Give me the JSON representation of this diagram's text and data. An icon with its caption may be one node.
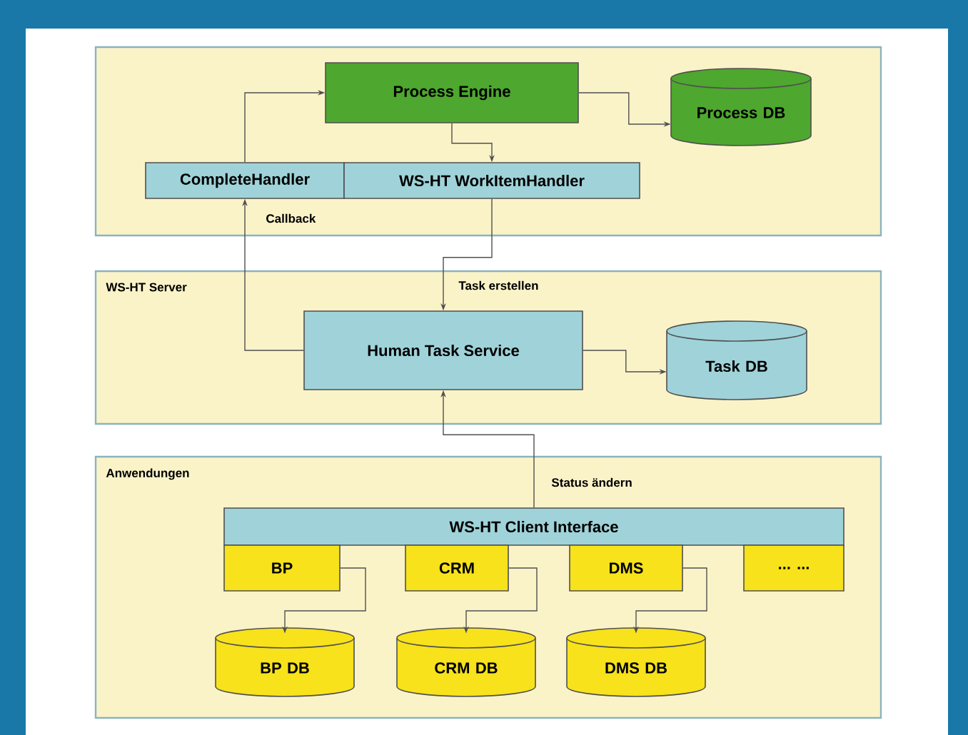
{
  "diagram": {
    "nodes": [
      {
        "text": [],
        "shape": "box"
      },
      {
        "text": [
          "Process Engine"
        ],
        "in": 0
      },
      {
        "text": [
          "Process DB"
        ],
        "in": 0
      },
      {
        "text": [
          "CompleteHandler"
        ],
        "in": 0
      },
      {
        "text": [
          "WS-HT WorkItemHandler"
        ],
        "in": 0
      },
      {
        "text": [
          "WS-HT Server"
        ]
      },
      {
        "text": [
          "Human Task Service"
        ],
        "in": 5
      },
      {
        "text": [
          "Task DB"
        ],
        "in": 5
      },
      {
        "text": [
          "Anwendungen"
        ]
      },
      {
        "text": [
          "WS-HT Client Interface"
        ],
        "in": 8
      },
      {
        "text": [
          "BP"
        ],
        "in": 8
      },
      {
        "text": [
          "CRM"
        ],
        "in": 8
      },
      {
        "text": [
          "DMS"
        ],
        "in": 8
      },
      {
        "text": [
          "... ..."
        ],
        "in": 8
      },
      {
        "text": [
          "BP DB"
        ],
        "in": 8
      },
      {
        "text": [
          "CRM DB"
        ],
        "in": 8
      },
      {
        "text": [
          "DMS DB"
        ],
        "in": 8
      }
    ],
    "edges": [
      {
        "from": 1,
        "to": 2,
        "arrow": "to"
      },
      {
        "from": 1,
        "to": 4,
        "arrow": "to"
      },
      {
        "from": 4,
        "to": 6,
        "arrow": "to",
        "label": "Task erstellen"
      },
      {
        "from": 6,
        "to": 3,
        "arrow": "to",
        "label": "Callback"
      },
      {
        "from": 3,
        "to": 1,
        "arrow": "to"
      },
      {
        "from": 9,
        "to": 6,
        "arrow": "to",
        "label": "Status ändern"
      },
      {
        "from": 6,
        "to": 7,
        "arrow": "to"
      },
      {
        "from": 10,
        "to": 14,
        "arrow": "to"
      },
      {
        "from": 11,
        "to": 15,
        "arrow": "to"
      },
      {
        "from": 12,
        "to": 16,
        "arrow": "to"
      }
    ]
  }
}
